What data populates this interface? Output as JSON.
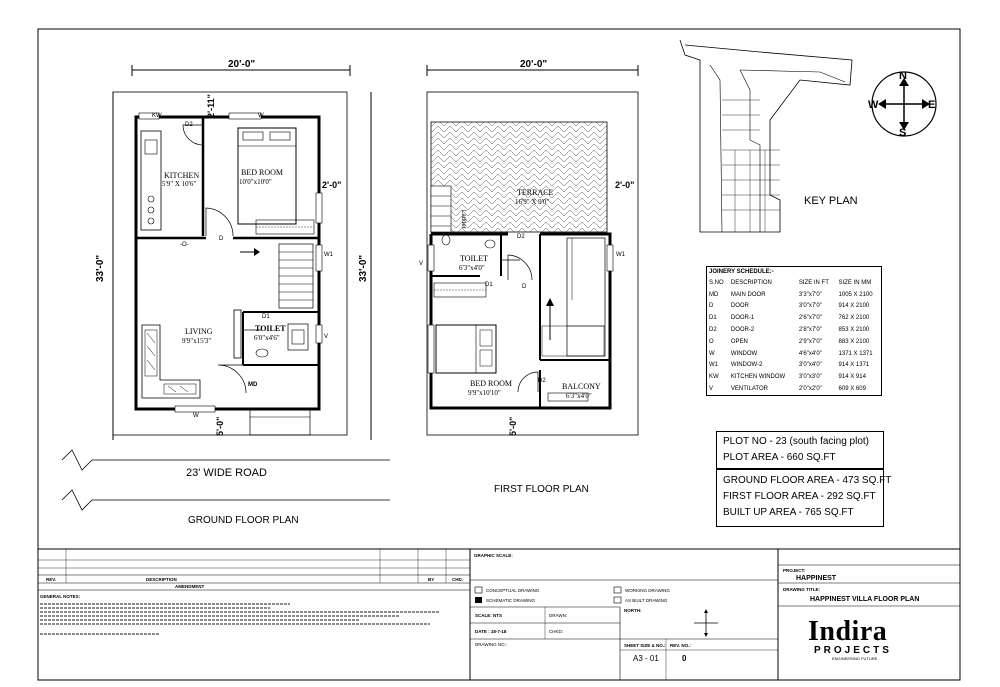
{
  "ground_floor": {
    "title": "GROUND FLOOR PLAN",
    "road": "23' WIDE ROAD",
    "width_dim": "20'-0\"",
    "depth_dim": "33'-0\"",
    "front_dim": "5'-0\"",
    "top_dim": "2'-11\"",
    "side_dim": "2'-0\"",
    "rooms": {
      "kitchen_name": "KITCHEN",
      "kitchen_size": "5'9\" X 10'6\"",
      "bed_name": "BED ROOM",
      "bed_size": "10'0\"x10'0\"",
      "living_name": "LIVING",
      "living_size": "9'9\"x15'3\"",
      "toilet_name": "TOILET",
      "toilet_size": "6'0\"x4'6\""
    },
    "tags": {
      "kw": "KW",
      "d2": "D2",
      "w": "W",
      "d": "D",
      "o": "-O-",
      "w1": "W1",
      "d1": "D1",
      "v": "V",
      "md": "MD"
    }
  },
  "first_floor": {
    "title": "FIRST FLOOR PLAN",
    "width_dim": "20'-0\"",
    "side_dim": "2'-0\"",
    "front_dim": "5'-0\"",
    "ladder": "Ladder",
    "rooms": {
      "terrace_name": "TERRACE",
      "terrace_size": "16'9\" X 9'0\"",
      "toilet_name": "TOILET",
      "toilet_size": "6'3\"x4'0\"",
      "bed_name": "BED ROOM",
      "bed_size": "9'9\"x10'10\"",
      "balcony_name": "BALCONY",
      "balcony_size": "6'3\"x4'0\""
    },
    "tags": {
      "d2": "D2",
      "d1": "D1",
      "d": "D",
      "v": "V",
      "w1": "W1"
    }
  },
  "key_plan": {
    "title": "KEY PLAN",
    "compass": {
      "n": "N",
      "s": "S",
      "e": "E",
      "w": "W"
    }
  },
  "joinery": {
    "title": "JOINERY SCHEDULE:-",
    "headers": [
      "S.NO",
      "DESCRIPTION",
      "SIZE IN FT",
      "SIZE IN MM"
    ],
    "rows": [
      [
        "MD",
        "MAIN DOOR",
        "3'3\"x7'0\"",
        "1005 X 2100"
      ],
      [
        "D",
        "DOOR",
        "3'0\"x7'0\"",
        "914 X 2100"
      ],
      [
        "D1",
        "DOOR-1",
        "2'6\"x7'0\"",
        "762 X 2100"
      ],
      [
        "D2",
        "DOOR-2",
        "2'8\"x7'0\"",
        "853 X 2100"
      ],
      [
        "O",
        "OPEN",
        "2'9\"x7'0\"",
        "883 X 2100"
      ],
      [
        "W",
        "WINDOW",
        "4'6\"x4'0\"",
        "1371 X 1371"
      ],
      [
        "W1",
        "WINDOW-2",
        "3'0\"x4'0\"",
        "914 X 1371"
      ],
      [
        "KW",
        "KITCHEN WINDOW",
        "3'0\"x3'0\"",
        "914 X 914"
      ],
      [
        "V",
        "VENTILATOR",
        "2'0\"x2'0\"",
        "609 X 609"
      ]
    ]
  },
  "plot_info": {
    "plot_no": "PLOT NO - 23 (south facing plot)",
    "plot_area": "PLOT AREA - 660 SQ.FT",
    "ground_area": "GROUND FLOOR AREA - 473 SQ.FT",
    "first_area": "FIRST FLOOR AREA - 292 SQ.FT",
    "built_area": "BUILT UP AREA - 765 SQ.FT"
  },
  "title_block": {
    "rev": "REV.",
    "description": "DESCRIPTION",
    "by": "BY",
    "chd": "CHD.",
    "amendment": "AMENDMENT",
    "general_notes": "GENERAL NOTES:",
    "graphic_scale": "GRAPHIC SCALE:",
    "conceptual": "CONCEPTUAL DRAWING",
    "schematic": "SCHEMATIC DRAWING",
    "working": "WORKING DRAWING",
    "as_built": "AS BUILT DRAWING",
    "scale": "SCALE: NTS",
    "drawn": "DRAWN:",
    "date": "DATE : 18-7-18",
    "chkd": "CHKD:",
    "north": "NORTH:",
    "drawing_no": "DRAWING NO.:",
    "sheet_label": "SHEET SIZE & NO.:",
    "rev_no_label": "REV. NO.:",
    "sheet_value": "A3 - 01",
    "rev_value": "0",
    "project_label": "PROJECT:",
    "project": "HAPPINEST",
    "drawing_title_label": "DRAWING TITLE:",
    "drawing_title": "HAPPINEST VILLA FLOOR PLAN",
    "logo_name": "Indira",
    "logo_sub": "PROJECTS",
    "logo_tag": "ENGINEERING FUTURE"
  }
}
